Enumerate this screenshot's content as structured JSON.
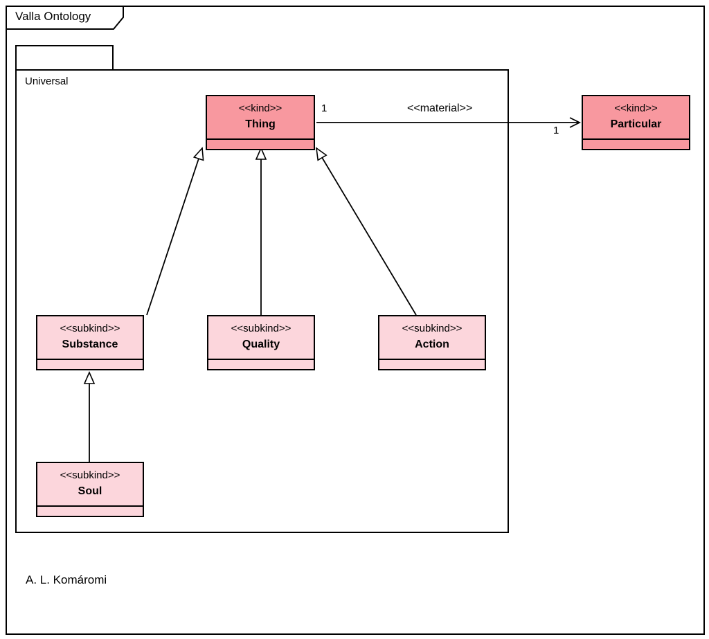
{
  "diagram": {
    "title": "Valla Ontology",
    "package_name": "Universal",
    "attribution": "A. L. Komáromi"
  },
  "classes": {
    "thing": {
      "stereotype": "<<kind>>",
      "name": "Thing"
    },
    "particular": {
      "stereotype": "<<kind>>",
      "name": "Particular"
    },
    "substance": {
      "stereotype": "<<subkind>>",
      "name": "Substance"
    },
    "quality": {
      "stereotype": "<<subkind>>",
      "name": "Quality"
    },
    "action": {
      "stereotype": "<<subkind>>",
      "name": "Action"
    },
    "soul": {
      "stereotype": "<<subkind>>",
      "name": "Soul"
    }
  },
  "association": {
    "label": "<<material>>",
    "source_multiplicity": "1",
    "target_multiplicity": "1"
  },
  "colors": {
    "kind_fill": "#f8989f",
    "subkind_fill": "#fcd6dc",
    "line": "#000000"
  }
}
